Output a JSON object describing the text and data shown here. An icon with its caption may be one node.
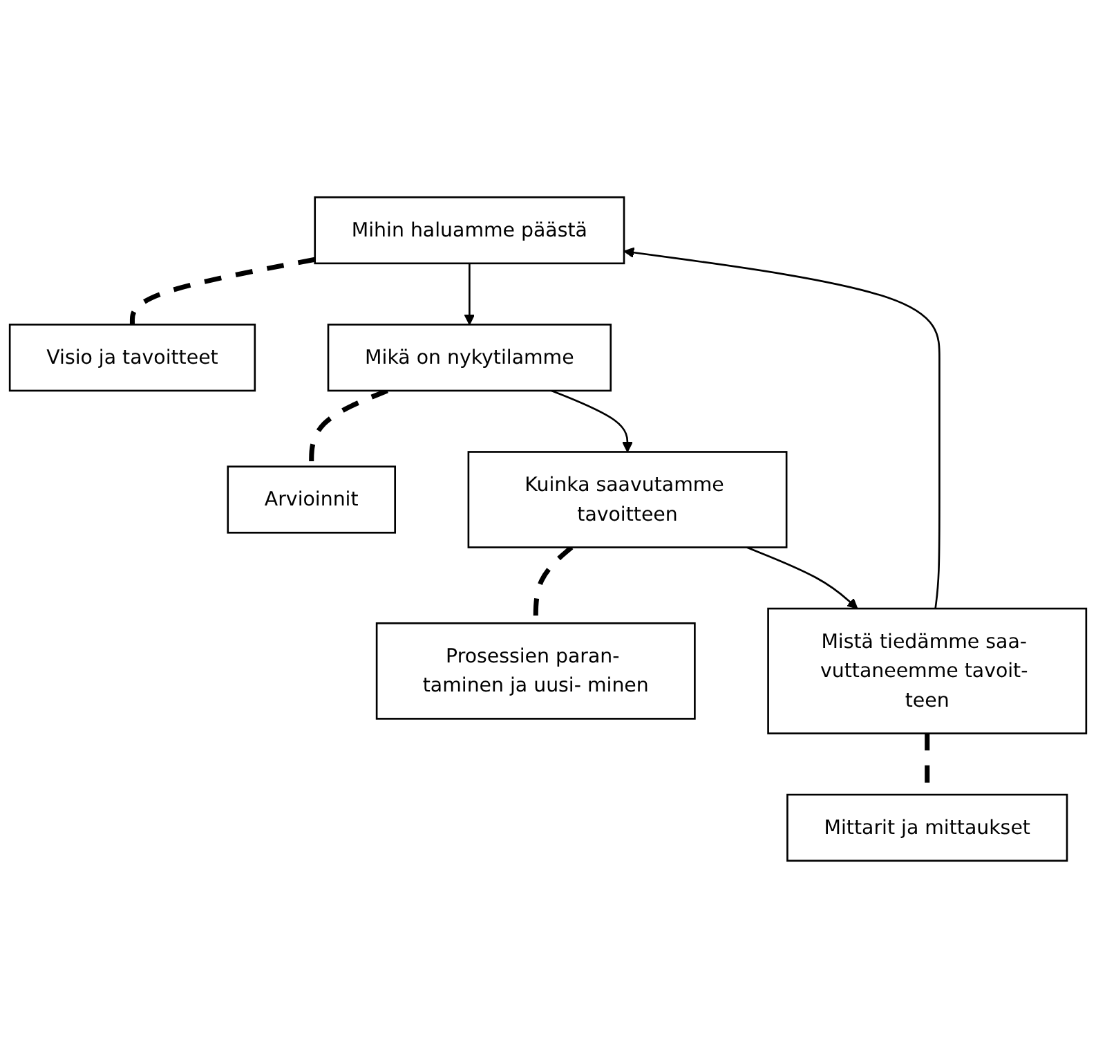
{
  "diagram": {
    "nodes": [
      {
        "text": [
          "Mihin haluamme päästä"
        ]
      },
      {
        "text": [
          "Visio ja tavoitteet"
        ]
      },
      {
        "text": [
          "Mikä on nykytilamme"
        ]
      },
      {
        "text": [
          "Arvioinnit"
        ]
      },
      {
        "text": [
          "Kuinka saavutamme tavoitteen"
        ]
      },
      {
        "text": [
          "Prosessien paran- taminen ja uusi- minen"
        ]
      },
      {
        "text": [
          "Mistä tiedämme saa- vuttaneemme tavoit- teen"
        ]
      },
      {
        "text": [
          "Mittarit ja mittaukset"
        ]
      }
    ],
    "edges": [
      {
        "from": 0,
        "to": 1,
        "arrow": "none",
        "style": "dashed"
      },
      {
        "from": 0,
        "to": 2,
        "arrow": "to"
      },
      {
        "from": 2,
        "to": 3,
        "arrow": "none",
        "style": "dashed"
      },
      {
        "from": 2,
        "to": 4,
        "arrow": "to"
      },
      {
        "from": 4,
        "to": 5,
        "arrow": "none",
        "style": "dashed"
      },
      {
        "from": 4,
        "to": 6,
        "arrow": "to"
      },
      {
        "from": 6,
        "to": 7,
        "arrow": "none",
        "style": "dashed"
      },
      {
        "from": 6,
        "to": 0,
        "arrow": "to"
      }
    ]
  }
}
